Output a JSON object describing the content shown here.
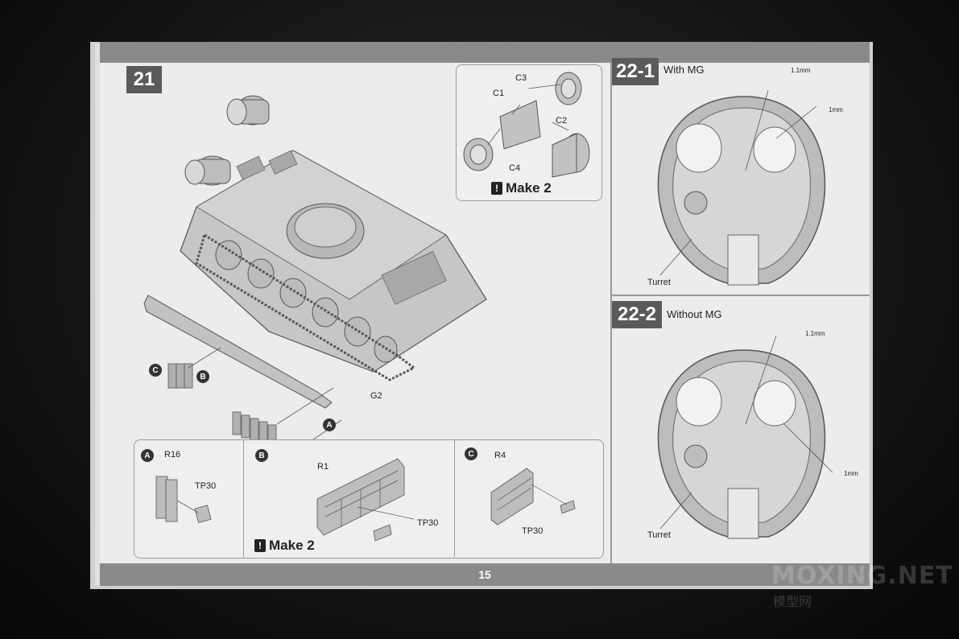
{
  "page": {
    "page_number": "15",
    "watermark": "MOXING.NET",
    "watermark_sub": "模型网"
  },
  "step21": {
    "number": "21",
    "labels": {
      "C3": "C3",
      "C1": "C1",
      "C2": "C2",
      "C4": "C4",
      "G2": "G2",
      "A": "A",
      "B": "B",
      "C": "C"
    },
    "make_note": "Make 2"
  },
  "subassemblies": {
    "a": {
      "marker": "A",
      "part": "R16",
      "tp": "TP30"
    },
    "b": {
      "marker": "B",
      "part": "R1",
      "tp": "TP30",
      "make_note": "Make 2"
    },
    "c": {
      "marker": "C",
      "part": "R4",
      "tp": "TP30"
    }
  },
  "step22_1": {
    "number": "22-1",
    "title": "With MG",
    "drill_1": "1.1mm",
    "drill_2": "1mm",
    "part_label": "Turret"
  },
  "step22_2": {
    "number": "22-2",
    "title": "Without MG",
    "drill_1": "1.1mm",
    "drill_2": "1mm",
    "part_label": "Turret"
  }
}
